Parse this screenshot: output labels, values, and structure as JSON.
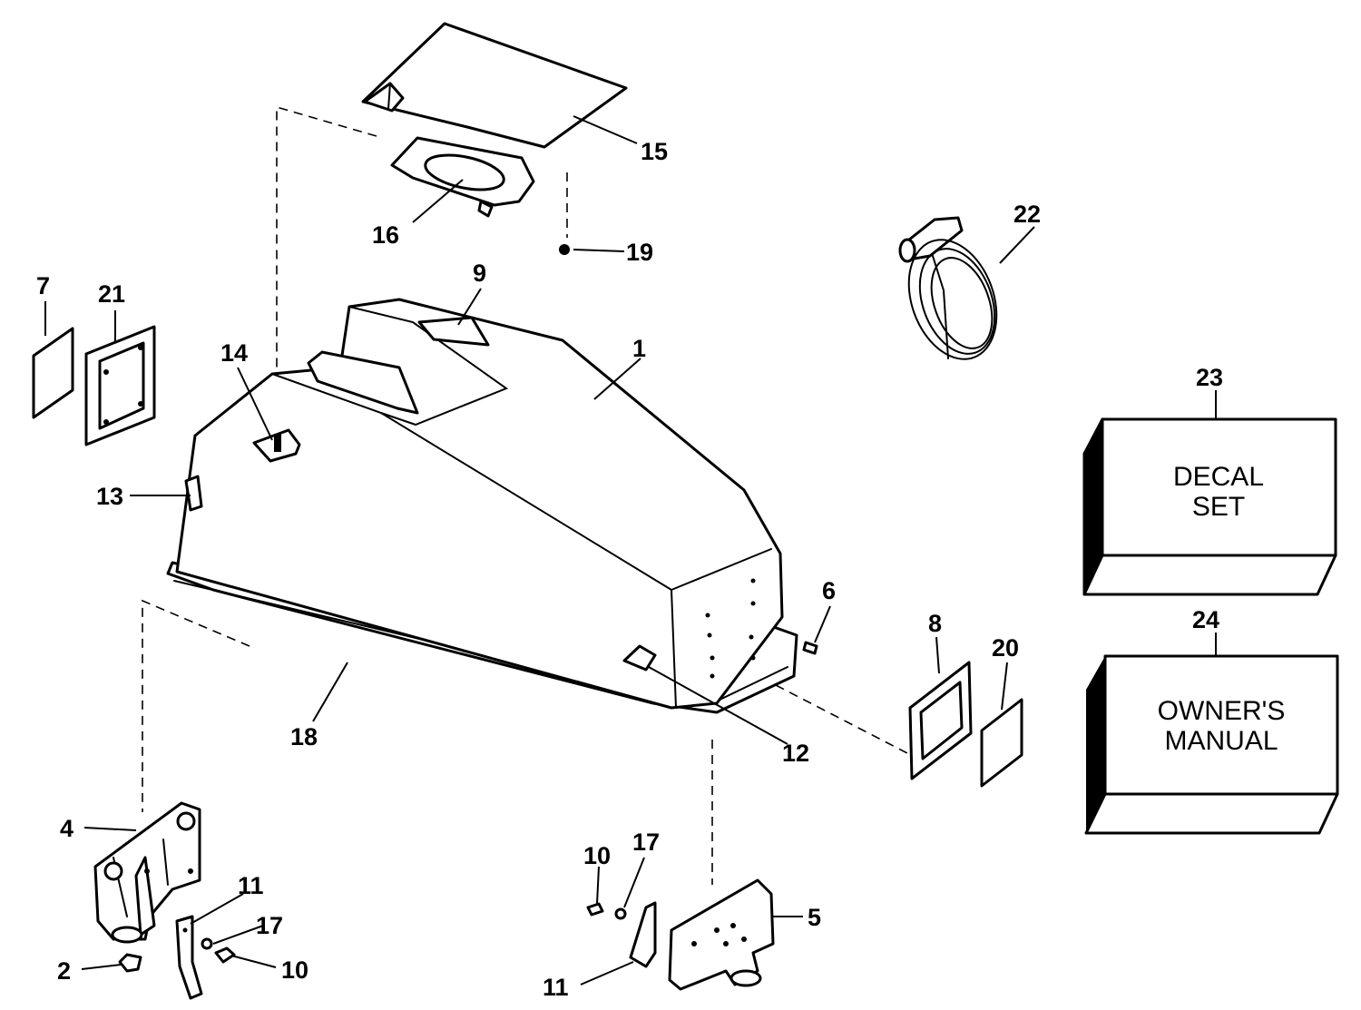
{
  "callouts": {
    "c1": "1",
    "c2": "2",
    "c4": "4",
    "c5": "5",
    "c6": "6",
    "c7": "7",
    "c8": "8",
    "c9": "9",
    "c10a": "10",
    "c10b": "10",
    "c11a": "11",
    "c11b": "11",
    "c12": "12",
    "c13": "13",
    "c14": "14",
    "c15": "15",
    "c16": "16",
    "c17a": "17",
    "c17b": "17",
    "c18": "18",
    "c19": "19",
    "c20": "20",
    "c21": "21",
    "c22": "22",
    "c23": "23",
    "c24": "24"
  },
  "boxes": {
    "decal": {
      "line1": "DECAL",
      "line2": "SET"
    },
    "manual": {
      "line1": "OWNER'S",
      "line2": "MANUAL"
    }
  }
}
